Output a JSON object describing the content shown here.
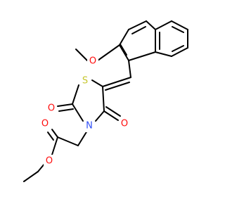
{
  "colors": {
    "bond": "#000000",
    "oxygen": "#ff0d0d",
    "sulfur": "#c6c62c",
    "nitrogen": "#3050f8",
    "background": "#ffffff"
  },
  "atoms": {
    "methoxy_oxygen": "O",
    "thio_sulfur": "S",
    "carbonyl_oxygen_c2": "O",
    "ring_nitrogen": "N",
    "carbonyl_oxygen_c4": "O",
    "ester_carbonyl_oxygen": "O",
    "ester_oxygen": "O"
  }
}
